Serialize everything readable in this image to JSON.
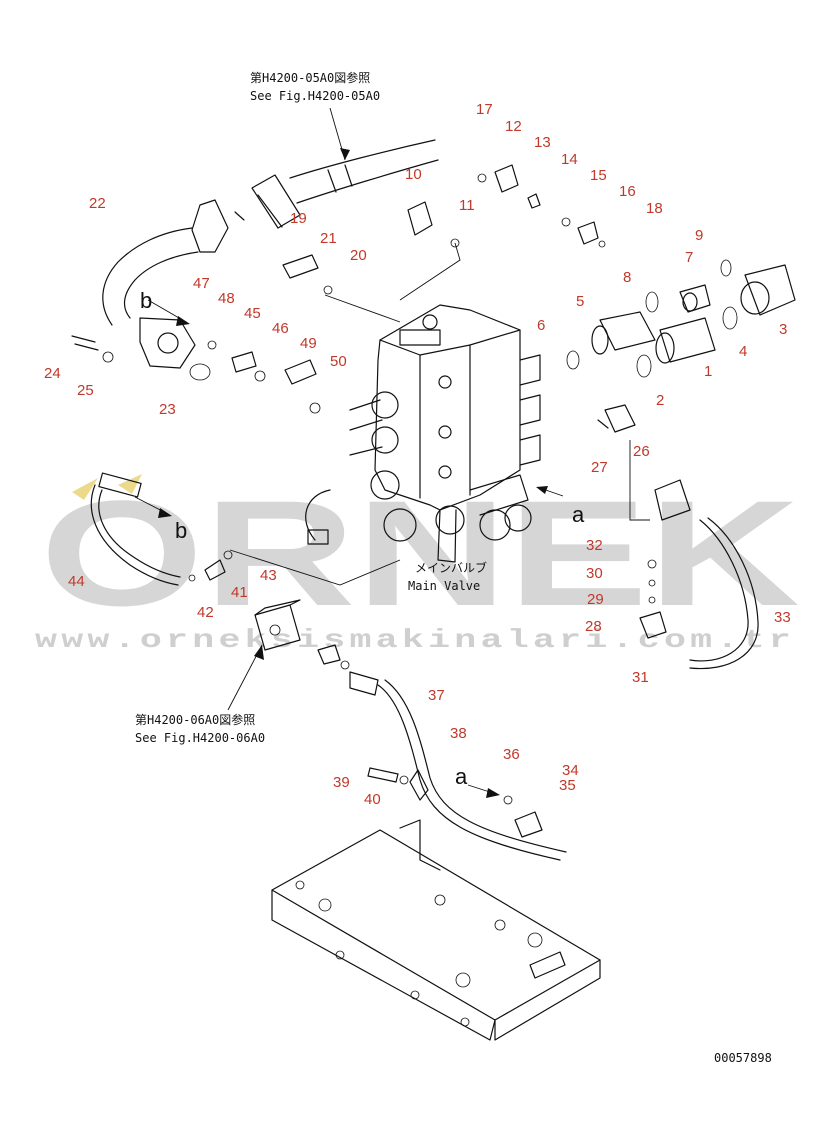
{
  "watermark": {
    "brand": "ORNEK",
    "url": "www.orneksismakinalari.com.tr"
  },
  "notes": {
    "top_ref_jp": "第H4200-05A0図参照",
    "top_ref_en": "See Fig.H4200-05A0",
    "bottom_ref_jp": "第H4200-06A0図参照",
    "bottom_ref_en": "See Fig.H4200-06A0",
    "main_valve_jp": "メインバルブ",
    "main_valve_en": "Main Valve",
    "drawing_number": "00057898"
  },
  "markers": {
    "a": "a",
    "b": "b"
  },
  "callouts": [
    "1",
    "2",
    "3",
    "4",
    "5",
    "6",
    "7",
    "8",
    "9",
    "10",
    "11",
    "12",
    "13",
    "14",
    "15",
    "16",
    "17",
    "18",
    "19",
    "20",
    "21",
    "22",
    "23",
    "24",
    "25",
    "26",
    "27",
    "28",
    "29",
    "30",
    "31",
    "32",
    "33",
    "34",
    "35",
    "36",
    "37",
    "38",
    "39",
    "40",
    "41",
    "42",
    "43",
    "44",
    "45",
    "46",
    "47",
    "48",
    "49",
    "50"
  ],
  "colors": {
    "callout": "#c0392b",
    "line": "#111111",
    "watermark": "#d6d6d6"
  }
}
